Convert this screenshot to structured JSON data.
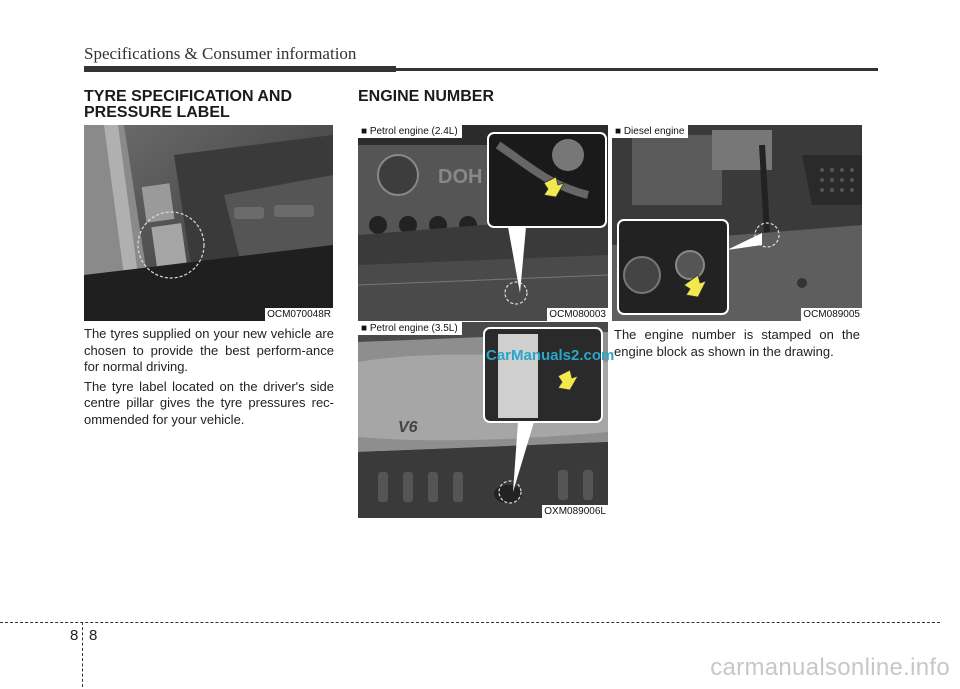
{
  "header": {
    "title": "Specifications & Consumer information"
  },
  "tyre": {
    "title_line1": "TYRE SPECIFICATION AND",
    "title_line2": "PRESSURE LABEL",
    "image_code": "OCM070048R",
    "para1": "The tyres supplied on your new vehicle are chosen to provide the best perform-ance for normal driving.",
    "para2": "The tyre label located on the driver's side centre pillar gives the tyre pressures rec-ommended for your vehicle."
  },
  "engine": {
    "title": "ENGINE NUMBER",
    "petrol24": {
      "caption": "■ Petrol engine (2.4L)",
      "code": "OCM080003"
    },
    "petrol35": {
      "caption": "■ Petrol engine (3.5L)",
      "code": "OXM089006L"
    },
    "diesel": {
      "caption": "■ Diesel engine",
      "code": "OCM089005"
    },
    "text": "The engine number is stamped on the engine block as shown in the drawing."
  },
  "watermark": "CarManuals2.com",
  "footer": {
    "page_left": "8",
    "page_right": "8",
    "site": "carmanualsonline.info"
  },
  "colors": {
    "arrow": "#f2e94e",
    "accent_text": "#2aa6c9"
  }
}
